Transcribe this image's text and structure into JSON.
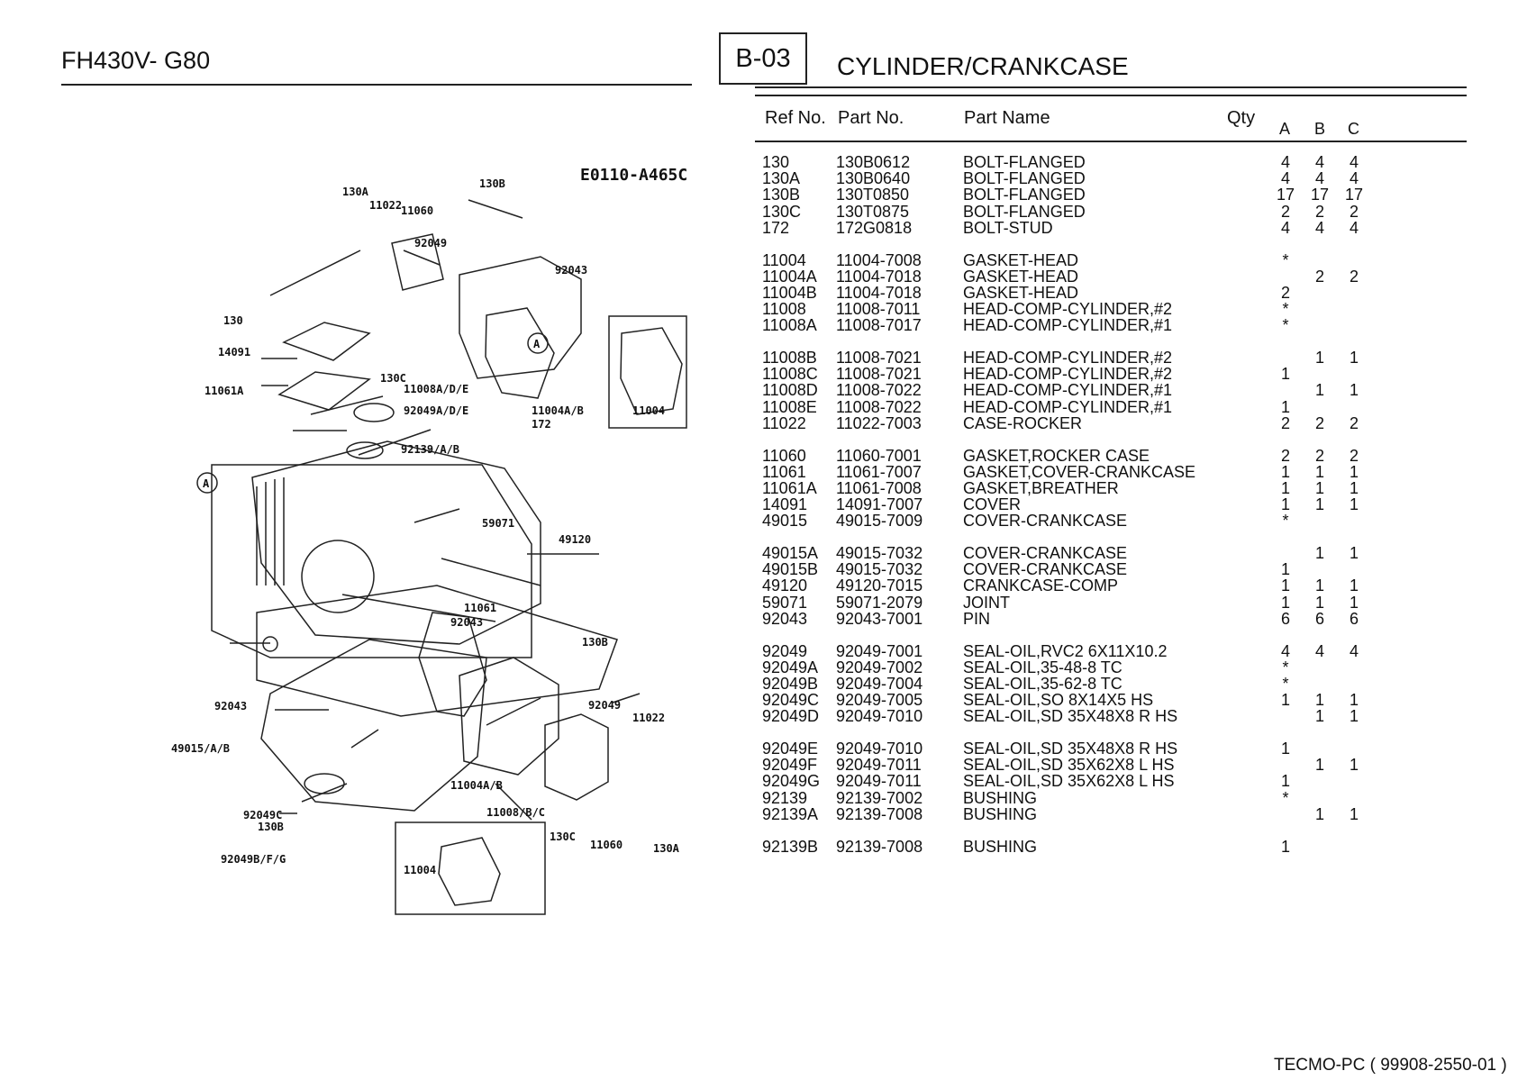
{
  "model": "FH430V- G80",
  "section_code": "B-03",
  "section_title": "CYLINDER/CRANKCASE",
  "diagram_code": "E0110-A465C",
  "headers": {
    "ref": "Ref No.",
    "part": "Part No.",
    "name": "Part Name",
    "qty": "Qty",
    "a": "A",
    "b": "B",
    "c": "C"
  },
  "rows": [
    [
      "130",
      "130B0612",
      "BOLT-FLANGED",
      "4",
      "4",
      "4"
    ],
    [
      "130A",
      "130B0640",
      "BOLT-FLANGED",
      "4",
      "4",
      "4"
    ],
    [
      "130B",
      "130T0850",
      "BOLT-FLANGED",
      "17",
      "17",
      "17"
    ],
    [
      "130C",
      "130T0875",
      "BOLT-FLANGED",
      "2",
      "2",
      "2"
    ],
    [
      "172",
      "172G0818",
      "BOLT-STUD",
      "4",
      "4",
      "4"
    ],
    [
      "11004",
      "11004-7008",
      "GASKET-HEAD",
      "*",
      "",
      ""
    ],
    [
      "11004A",
      "11004-7018",
      "GASKET-HEAD",
      "",
      "2",
      "2"
    ],
    [
      "11004B",
      "11004-7018",
      "GASKET-HEAD",
      "2",
      "",
      ""
    ],
    [
      "11008",
      "11008-7011",
      "HEAD-COMP-CYLINDER,#2",
      "*",
      "",
      ""
    ],
    [
      "11008A",
      "11008-7017",
      "HEAD-COMP-CYLINDER,#1",
      "*",
      "",
      ""
    ],
    [
      "11008B",
      "11008-7021",
      "HEAD-COMP-CYLINDER,#2",
      "",
      "1",
      "1"
    ],
    [
      "11008C",
      "11008-7021",
      "HEAD-COMP-CYLINDER,#2",
      "1",
      "",
      ""
    ],
    [
      "11008D",
      "11008-7022",
      "HEAD-COMP-CYLINDER,#1",
      "",
      "1",
      "1"
    ],
    [
      "11008E",
      "11008-7022",
      "HEAD-COMP-CYLINDER,#1",
      "1",
      "",
      ""
    ],
    [
      "11022",
      "11022-7003",
      "CASE-ROCKER",
      "2",
      "2",
      "2"
    ],
    [
      "11060",
      "11060-7001",
      "GASKET,ROCKER CASE",
      "2",
      "2",
      "2"
    ],
    [
      "11061",
      "11061-7007",
      "GASKET,COVER-CRANKCASE",
      "1",
      "1",
      "1"
    ],
    [
      "11061A",
      "11061-7008",
      "GASKET,BREATHER",
      "1",
      "1",
      "1"
    ],
    [
      "14091",
      "14091-7007",
      "COVER",
      "1",
      "1",
      "1"
    ],
    [
      "49015",
      "49015-7009",
      "COVER-CRANKCASE",
      "*",
      "",
      ""
    ],
    [
      "49015A",
      "49015-7032",
      "COVER-CRANKCASE",
      "",
      "1",
      "1"
    ],
    [
      "49015B",
      "49015-7032",
      "COVER-CRANKCASE",
      "1",
      "",
      ""
    ],
    [
      "49120",
      "49120-7015",
      "CRANKCASE-COMP",
      "1",
      "1",
      "1"
    ],
    [
      "59071",
      "59071-2079",
      "JOINT",
      "1",
      "1",
      "1"
    ],
    [
      "92043",
      "92043-7001",
      "PIN",
      "6",
      "6",
      "6"
    ],
    [
      "92049",
      "92049-7001",
      "SEAL-OIL,RVC2 6X11X10.2",
      "4",
      "4",
      "4"
    ],
    [
      "92049A",
      "92049-7002",
      "SEAL-OIL,35-48-8 TC",
      "*",
      "",
      ""
    ],
    [
      "92049B",
      "92049-7004",
      "SEAL-OIL,35-62-8 TC",
      "*",
      "",
      ""
    ],
    [
      "92049C",
      "92049-7005",
      "SEAL-OIL,SO 8X14X5 HS",
      "1",
      "1",
      "1"
    ],
    [
      "92049D",
      "92049-7010",
      "SEAL-OIL,SD 35X48X8 R HS",
      "",
      "1",
      "1"
    ],
    [
      "92049E",
      "92049-7010",
      "SEAL-OIL,SD 35X48X8 R HS",
      "1",
      "",
      ""
    ],
    [
      "92049F",
      "92049-7011",
      "SEAL-OIL,SD 35X62X8 L HS",
      "",
      "1",
      "1"
    ],
    [
      "92049G",
      "92049-7011",
      "SEAL-OIL,SD 35X62X8 L HS",
      "1",
      "",
      ""
    ],
    [
      "92139",
      "92139-7002",
      "BUSHING",
      "*",
      "",
      ""
    ],
    [
      "92139A",
      "92139-7008",
      "BUSHING",
      "",
      "1",
      "1"
    ],
    [
      "92139B",
      "92139-7008",
      "BUSHING",
      "1",
      "",
      ""
    ]
  ],
  "diagram_labels": [
    "130A",
    "11022",
    "11060",
    "92049",
    "130B",
    "92043",
    "130",
    "14091",
    "11061A",
    "130C",
    "11008A/D/E",
    "92049A/D/E",
    "11004A/B",
    "172",
    "11004",
    "92139/A/B",
    "59071",
    "49120",
    "11061",
    "92043",
    "130B",
    "92043",
    "92049",
    "11022",
    "49015/A/B",
    "11004A/B",
    "92049C",
    "130B",
    "11008/B/C",
    "130C",
    "11060",
    "130A",
    "92049B/F/G",
    "11004",
    "A",
    "A"
  ],
  "footer": "TECMO-PC  ( 99908-2550-01 )"
}
